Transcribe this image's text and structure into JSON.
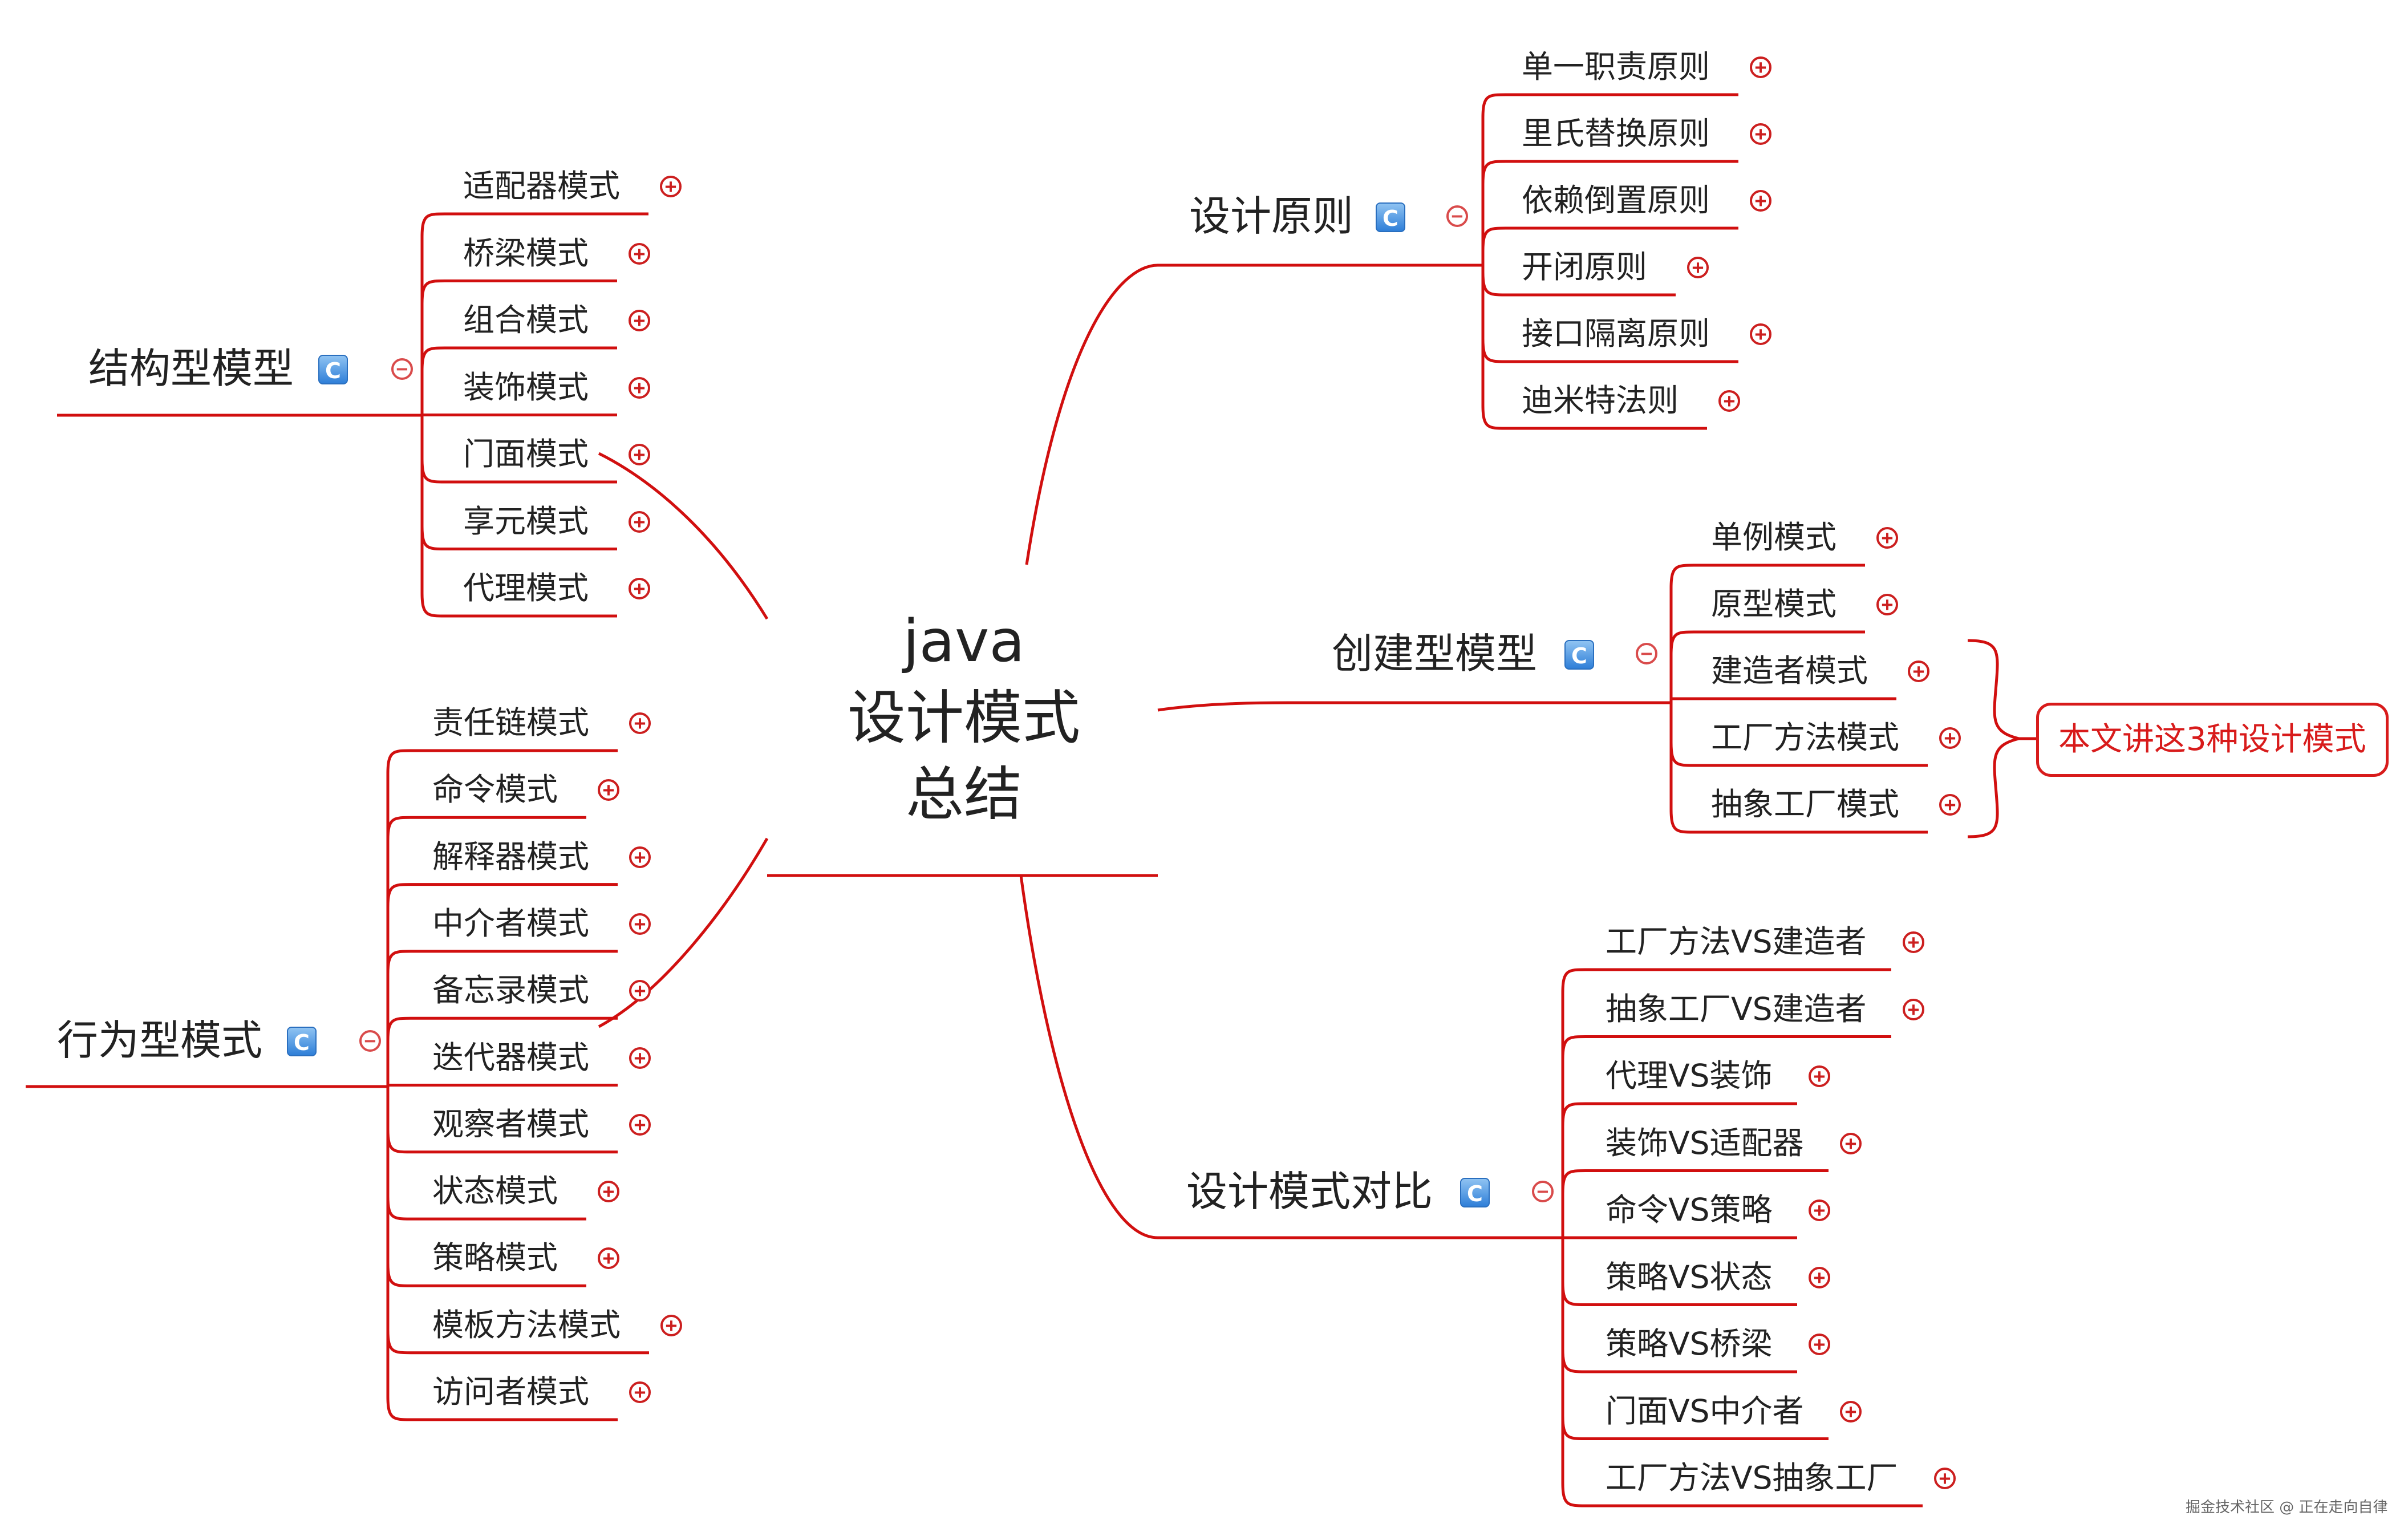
{
  "center": {
    "line1": "java",
    "line2": "设计模式",
    "line3": "总结"
  },
  "icon_letter": "C",
  "branches": {
    "design_principles": {
      "label": "设计原则",
      "items": [
        "单一职责原则",
        "里氏替换原则",
        "依赖倒置原则",
        "开闭原则",
        "接口隔离原则",
        "迪米特法则"
      ]
    },
    "creational": {
      "label": "创建型模型",
      "items": [
        "单例模式",
        "原型模式",
        "建造者模式",
        "工厂方法模式",
        "抽象工厂模式"
      ]
    },
    "comparison": {
      "label": "设计模式对比",
      "items": [
        "工厂方法VS建造者",
        "抽象工厂VS建造者",
        "代理VS装饰",
        "装饰VS适配器",
        "命令VS策略",
        "策略VS状态",
        "策略VS桥梁",
        "门面VS中介者",
        "工厂方法VS抽象工厂"
      ]
    },
    "structural": {
      "label": "结构型模型",
      "items": [
        "适配器模式",
        "桥梁模式",
        "组合模式",
        "装饰模式",
        "门面模式",
        "享元模式",
        "代理模式"
      ]
    },
    "behavioral": {
      "label": "行为型模式",
      "items": [
        "责任链模式",
        "命令模式",
        "解释器模式",
        "中介者模式",
        "备忘录模式",
        "迭代器模式",
        "观察者模式",
        "状态模式",
        "策略模式",
        "模板方法模式",
        "访问者模式"
      ]
    }
  },
  "callout": {
    "text": "本文讲这3种设计模式"
  },
  "watermark": "掘金技术社区 @ 正在走向自律",
  "colors": {
    "connector": "#d10f0f",
    "callout": "#d81b1b",
    "icon": "#2f7fd8",
    "text": "#222222"
  },
  "icons": {
    "topic_badge": "c-badge-icon",
    "expand": "plus-circle-icon",
    "collapse": "minus-circle-icon"
  }
}
